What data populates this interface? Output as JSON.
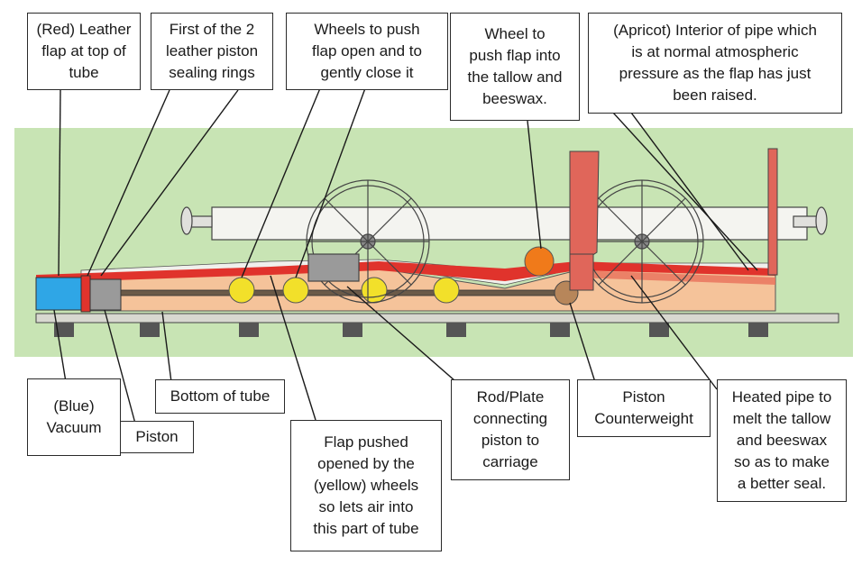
{
  "colors": {
    "background": "#c8e4b4",
    "vacuum": "#2fa6e6",
    "leather_flap": "#e0332c",
    "atmospheric": "#f5c39a",
    "wheels": "#f2e02a",
    "push_wheel": "#f07a1a",
    "counterweight": "#b7865a",
    "heated_pipe": "#e8705a",
    "piston": "#9a9a9a"
  },
  "labels": {
    "red_flap": "(Red) Leather\nflap at top of\ntube",
    "sealing_rings": "First of the 2\nleather piston\nsealing rings",
    "wheels_push": "Wheels to push\nflap open and to\ngently close it",
    "wheel_tallow": "Wheel to\npush flap into\nthe tallow and\nbeeswax.",
    "apricot_interior": "(Apricot) Interior of pipe which\nis at normal atmospheric\npressure as the flap has just\nbeen raised.",
    "blue_vacuum": "(Blue)\nVacuum",
    "piston": "Piston",
    "bottom_tube": "Bottom of tube",
    "flap_pushed": "Flap pushed\nopened by the\n(yellow) wheels\nso lets air into\nthis part of tube",
    "rod_plate": "Rod/Plate\nconnecting\npiston to\ncarriage",
    "counterweight": "Piston\nCounterweight",
    "heated_pipe": "Heated pipe to\nmelt the tallow\nand beeswax\nso as to make\na better seal."
  }
}
